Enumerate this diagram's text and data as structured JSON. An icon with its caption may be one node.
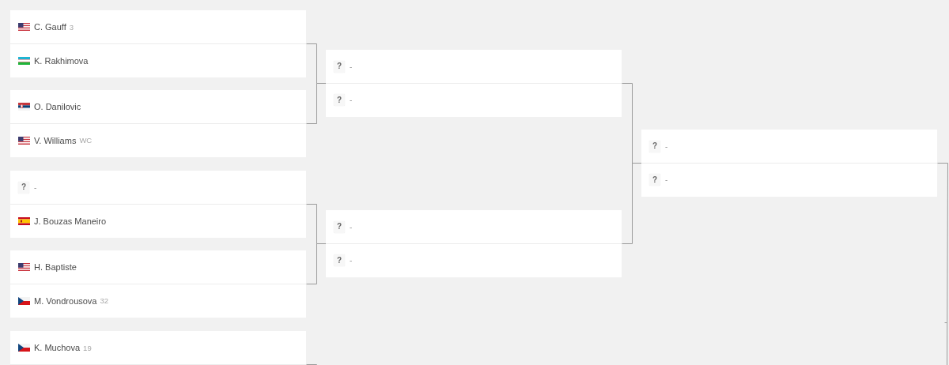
{
  "diagram": {
    "nodes": [
      {
        "text": [],
        "shape": "box"
      },
      {
        "text": [
          "C. Gauff",
          "3"
        ],
        "in": 0
      },
      {
        "text": [
          "K. Rakhimova"
        ],
        "in": 0
      },
      {
        "text": [],
        "shape": "box"
      },
      {
        "text": [
          "O. Danilovic"
        ],
        "in": 3
      },
      {
        "text": [
          "V. Williams",
          "WC"
        ],
        "in": 3
      },
      {
        "text": [],
        "shape": "box"
      },
      {
        "text": [
          "?",
          "-"
        ],
        "in": 6
      },
      {
        "text": [
          "J. Bouzas Maneiro"
        ],
        "in": 6
      },
      {
        "text": [],
        "shape": "box"
      },
      {
        "text": [
          "H. Baptiste"
        ],
        "in": 9
      },
      {
        "text": [
          "M. Vondrousova",
          "32"
        ],
        "in": 9
      },
      {
        "text": [],
        "shape": "box"
      },
      {
        "text": [
          "K. Muchova",
          "19"
        ],
        "in": 12
      },
      {
        "text": [],
        "shape": "box"
      },
      {
        "text": [
          "?",
          "-"
        ],
        "in": 14
      },
      {
        "text": [
          "?",
          "-"
        ],
        "in": 14
      },
      {
        "text": [],
        "shape": "box"
      },
      {
        "text": [
          "?",
          "-"
        ],
        "in": 17
      },
      {
        "text": [
          "?",
          "-"
        ],
        "in": 17
      },
      {
        "text": [],
        "shape": "box"
      },
      {
        "text": [
          "?",
          "-"
        ],
        "in": 20
      },
      {
        "text": [
          "?",
          "-"
        ],
        "in": 20
      }
    ],
    "edges": [
      {
        "from": 0,
        "to": 14,
        "arrow": "none"
      },
      {
        "from": 3,
        "to": 14,
        "arrow": "none"
      },
      {
        "from": 6,
        "to": 17,
        "arrow": "none"
      },
      {
        "from": 9,
        "to": 17,
        "arrow": "none"
      },
      {
        "from": 14,
        "to": 20,
        "arrow": "none"
      },
      {
        "from": 17,
        "to": 20,
        "arrow": "none"
      },
      {
        "from": 12,
        "to": null,
        "arrow": "none"
      },
      {
        "from": 20,
        "to": null,
        "arrow": "none"
      }
    ]
  }
}
